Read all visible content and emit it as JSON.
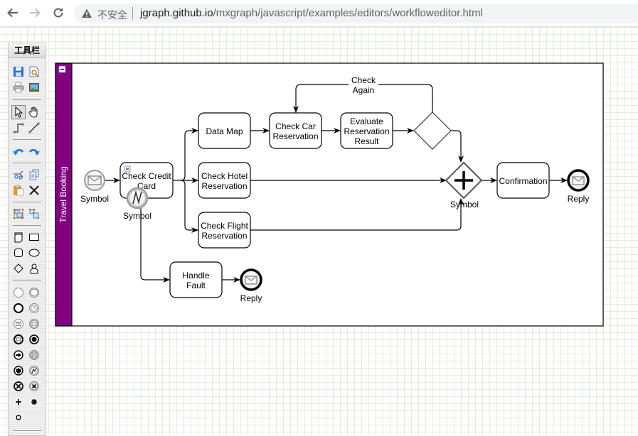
{
  "browser": {
    "back_icon": "arrow-left-icon",
    "forward_icon": "arrow-right-icon",
    "reload_icon": "reload-icon",
    "security_icon": "warning-triangle-icon",
    "security_label": "不安全",
    "url_host": "jgraph.github.io",
    "url_path": "/mxgraph/javascript/examples/editors/workfloweditor.html"
  },
  "toolbar": {
    "title": "工具栏",
    "groups": [
      [
        "save",
        "preview",
        "print",
        "export-image"
      ],
      [
        "select",
        "pan",
        "connect-orthogonal",
        "connect-straight"
      ],
      [
        "undo",
        "redo"
      ],
      [
        "cut",
        "copy",
        "paste",
        "delete"
      ],
      [
        "group",
        "ungroup"
      ],
      [
        "swimlane",
        "rectangle",
        "rounded-rectangle",
        "ellipse",
        "rhombus",
        "actor"
      ],
      [
        "start-event",
        "intermediate-event",
        "end-event",
        "timer-event",
        "message-event",
        "message-intermediate-event",
        "message-end-event",
        "terminate-event",
        "link-event",
        "rule-event",
        "multiple-event",
        "error-event",
        "cancel-event",
        "compensation-event",
        "parallel-gateway",
        "complex-gateway",
        "inclusive-gateway"
      ]
    ]
  },
  "diagram": {
    "pool": {
      "label": "Travel Booking",
      "color": "#800080"
    },
    "nodes": {
      "start": {
        "label": "Symbol"
      },
      "check_credit": {
        "label_line1": "Check Credit",
        "label_line2": "Card"
      },
      "error_event": {
        "label": "Symbol"
      },
      "data_map": {
        "label": "Data Map"
      },
      "check_car": {
        "label_line1": "Check Car",
        "label_line2": "Reservation"
      },
      "evaluate": {
        "label_line1": "Evaluate",
        "label_line2": "Reservation",
        "label_line3": "Result"
      },
      "check_hotel": {
        "label_line1": "Check Hotel",
        "label_line2": "Reservation"
      },
      "check_flight": {
        "label_line1": "Check Flight",
        "label_line2": "Reservation"
      },
      "handle_fault": {
        "label_line1": "Handle",
        "label_line2": "Fault"
      },
      "reply_fault": {
        "label": "Reply"
      },
      "parallel_gateway": {
        "label": "Symbol"
      },
      "confirmation": {
        "label": "Confirmation"
      },
      "reply_end": {
        "label": "Reply"
      }
    },
    "edges": {
      "check_again": {
        "label_line1": "Check",
        "label_line2": "Again"
      }
    }
  }
}
